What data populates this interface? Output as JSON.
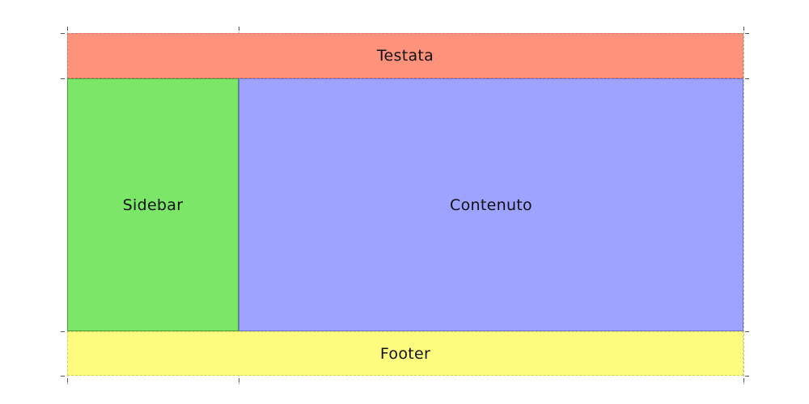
{
  "layout": {
    "header": {
      "label": "Testata",
      "color": "#ff927a"
    },
    "sidebar": {
      "label": "Sidebar",
      "color": "#7ce668"
    },
    "content": {
      "label": "Contenuto",
      "color": "#9ea3ff"
    },
    "footer": {
      "label": "Footer",
      "color": "#fefc7f"
    }
  }
}
